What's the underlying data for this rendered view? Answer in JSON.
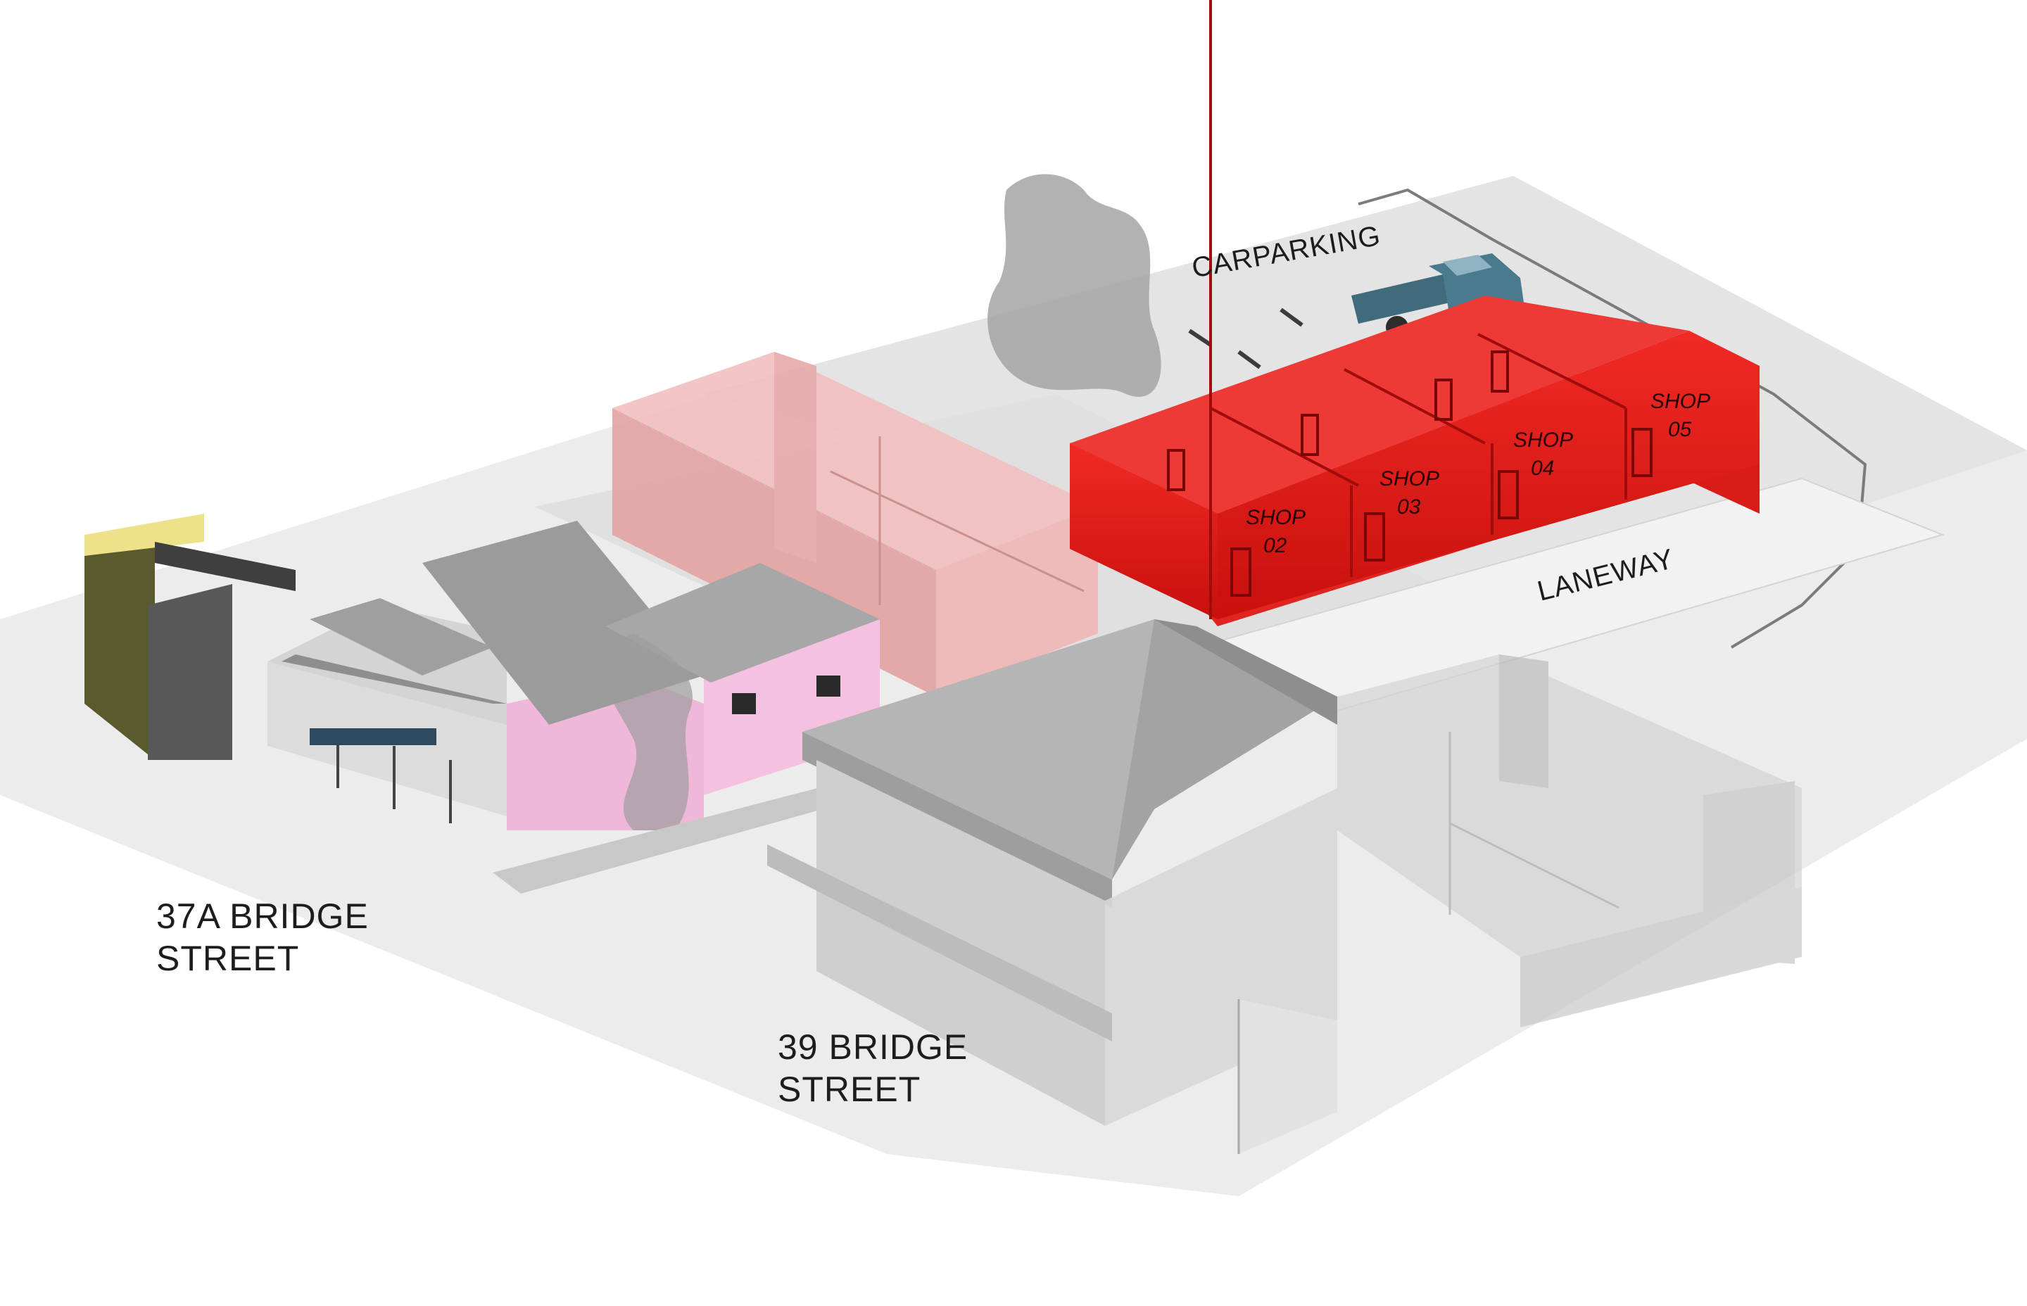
{
  "labels": {
    "address_37a_line1": "37A BRIDGE",
    "address_37a_line2": "STREET",
    "address_39_line1": "39 BRIDGE",
    "address_39_line2": "STREET",
    "carparking": "CARPARKING",
    "laneway": "LANEWAY"
  },
  "shops": [
    {
      "line1": "SHOP",
      "line2": "02"
    },
    {
      "line1": "SHOP",
      "line2": "03"
    },
    {
      "line1": "SHOP",
      "line2": "04"
    },
    {
      "line1": "SHOP",
      "line2": "05"
    }
  ],
  "colors": {
    "shop_red": "#e0231f",
    "pink_building": "#f4b5b5",
    "cottage_pink": "#f0b8d8",
    "ground": "#e8e8e8",
    "roof_grey": "#a9a9a9",
    "truck": "#3f6b7d",
    "hedge": "#5a5a2c"
  }
}
